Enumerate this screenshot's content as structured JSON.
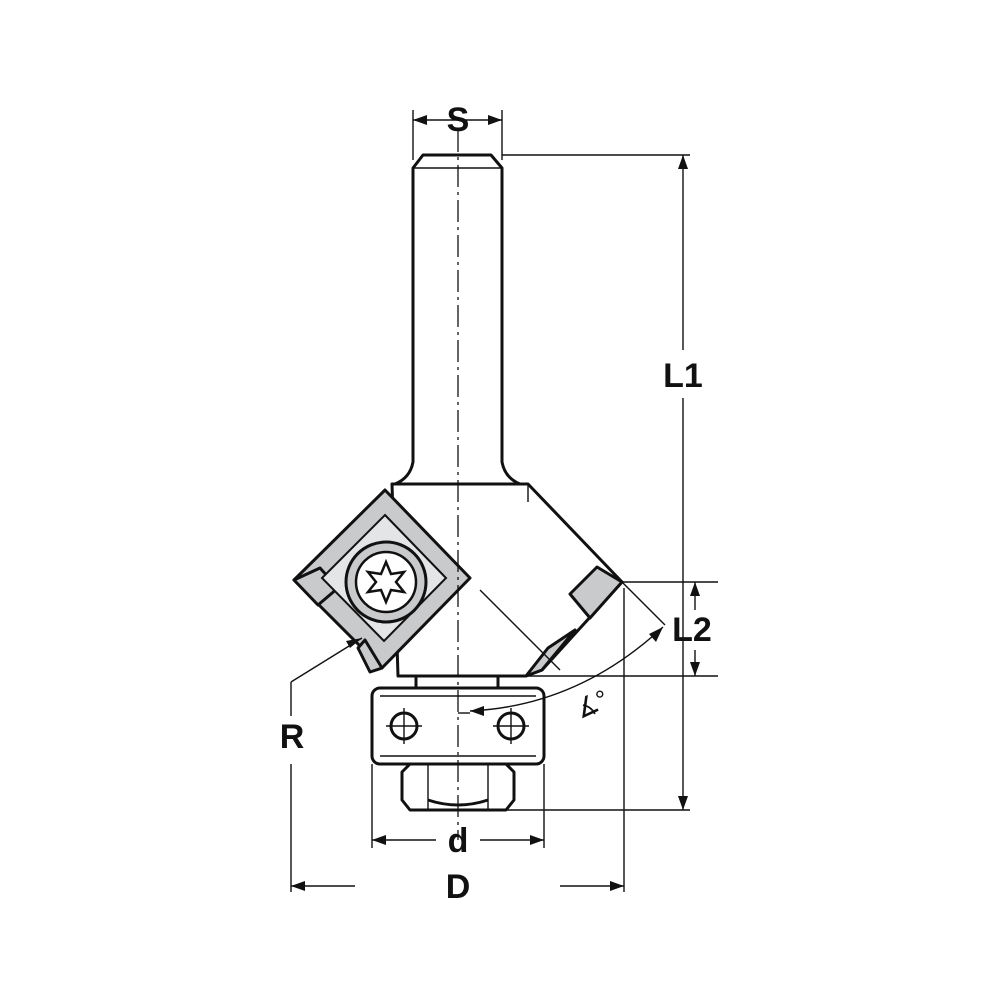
{
  "labels": {
    "s": "S",
    "l1": "L1",
    "l2": "L2",
    "r": "R",
    "d_small": "d",
    "d_large": "D",
    "angle": "∡°"
  }
}
